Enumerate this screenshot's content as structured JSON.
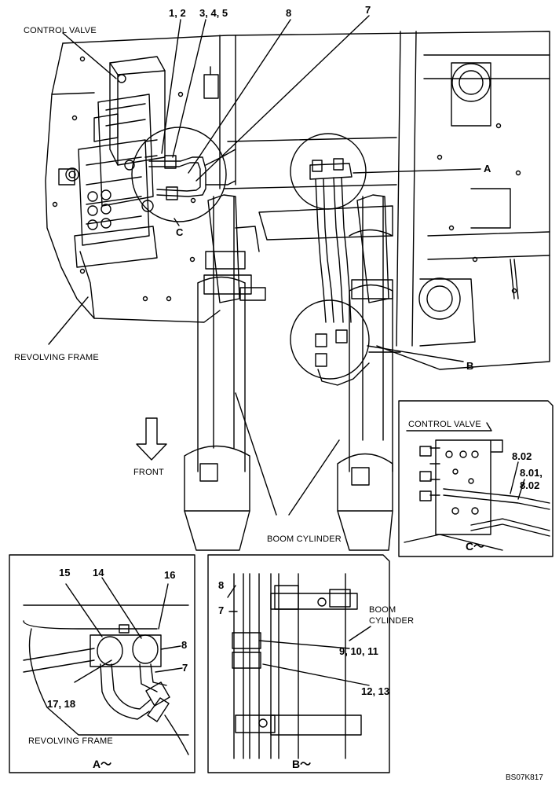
{
  "main": {
    "control_valve": "CONTROL VALVE",
    "revolving_frame": "REVOLVING FRAME",
    "front": "FRONT",
    "boom_cylinder": "BOOM CYLINDER",
    "callouts": {
      "c12": "1, 2",
      "c345": "3, 4, 5",
      "c8": "8",
      "c7": "7",
      "a": "A",
      "b": "B",
      "c": "C"
    }
  },
  "detail_c": {
    "control_valve": "CONTROL VALVE",
    "c802": "8.02",
    "c801_line1": "8.01,",
    "c801_line2": "8.02",
    "caption": "C～"
  },
  "detail_a": {
    "c15": "15",
    "c14": "14",
    "c16": "16",
    "c8": "8",
    "c7": "7",
    "c1718": "17, 18",
    "revolving_frame": "REVOLVING FRAME",
    "caption": "A～"
  },
  "detail_b": {
    "c8": "8",
    "c7": "7",
    "boom_line1": "BOOM",
    "boom_line2": "CYLINDER",
    "c91011": "9, 10, 11",
    "c1213": "12, 13",
    "caption": "B～"
  },
  "doc_code": "BS07K817"
}
